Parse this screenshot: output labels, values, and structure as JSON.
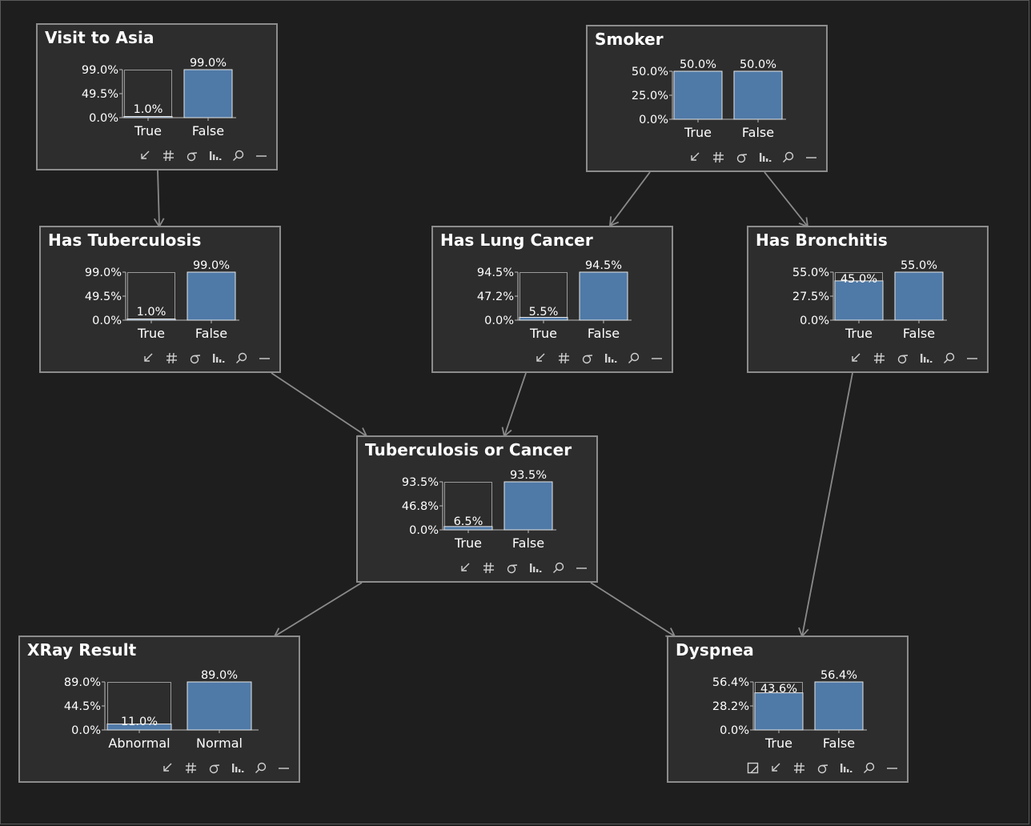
{
  "colors": {
    "canvas": "#1e1e1e",
    "node_bg": "#2d2d2d",
    "node_border": "#8c8c8c",
    "bar_fill": "#4f79a7",
    "edge": "#8a8a8a",
    "text": "#ffffff",
    "icon": "#d0d0d0"
  },
  "toolbar_icons": [
    "arrow-down-left-icon",
    "hash-icon",
    "sigma-icon",
    "bar-chart-icon",
    "search-icon",
    "minimize-icon"
  ],
  "nodes": [
    {
      "id": "visit-to-asia",
      "title": "Visit to Asia",
      "chart_data": {
        "type": "bar",
        "categories": [
          "True",
          "False"
        ],
        "values": [
          1.0,
          99.0
        ],
        "value_labels": [
          "1.0%",
          "99.0%"
        ],
        "ylim": [
          0,
          99.0
        ],
        "yticks": [
          "99.0%",
          "49.5%",
          "0.0%"
        ]
      }
    },
    {
      "id": "smoker",
      "title": "Smoker",
      "chart_data": {
        "type": "bar",
        "categories": [
          "True",
          "False"
        ],
        "values": [
          50.0,
          50.0
        ],
        "value_labels": [
          "50.0%",
          "50.0%"
        ],
        "ylim": [
          0,
          50.0
        ],
        "yticks": [
          "50.0%",
          "25.0%",
          "0.0%"
        ]
      }
    },
    {
      "id": "has-tuberculosis",
      "title": "Has Tuberculosis",
      "chart_data": {
        "type": "bar",
        "categories": [
          "True",
          "False"
        ],
        "values": [
          1.0,
          99.0
        ],
        "value_labels": [
          "1.0%",
          "99.0%"
        ],
        "ylim": [
          0,
          99.0
        ],
        "yticks": [
          "99.0%",
          "49.5%",
          "0.0%"
        ]
      }
    },
    {
      "id": "has-lung-cancer",
      "title": "Has Lung Cancer",
      "chart_data": {
        "type": "bar",
        "categories": [
          "True",
          "False"
        ],
        "values": [
          5.5,
          94.5
        ],
        "value_labels": [
          "5.5%",
          "94.5%"
        ],
        "ylim": [
          0,
          94.5
        ],
        "yticks": [
          "94.5%",
          "47.2%",
          "0.0%"
        ]
      }
    },
    {
      "id": "has-bronchitis",
      "title": "Has Bronchitis",
      "chart_data": {
        "type": "bar",
        "categories": [
          "True",
          "False"
        ],
        "values": [
          45.0,
          55.0
        ],
        "value_labels": [
          "45.0%",
          "55.0%"
        ],
        "ylim": [
          0,
          55.0
        ],
        "yticks": [
          "55.0%",
          "27.5%",
          "0.0%"
        ]
      }
    },
    {
      "id": "tuberculosis-or-cancer",
      "title": "Tuberculosis or Cancer",
      "chart_data": {
        "type": "bar",
        "categories": [
          "True",
          "False"
        ],
        "values": [
          6.5,
          93.5
        ],
        "value_labels": [
          "6.5%",
          "93.5%"
        ],
        "ylim": [
          0,
          93.5
        ],
        "yticks": [
          "93.5%",
          "46.8%",
          "0.0%"
        ]
      }
    },
    {
      "id": "xray-result",
      "title": "XRay Result",
      "chart_data": {
        "type": "bar",
        "categories": [
          "Abnormal",
          "Normal"
        ],
        "values": [
          11.0,
          89.0
        ],
        "value_labels": [
          "11.0%",
          "89.0%"
        ],
        "ylim": [
          0,
          89.0
        ],
        "yticks": [
          "89.0%",
          "44.5%",
          "0.0%"
        ]
      }
    },
    {
      "id": "dyspnea",
      "title": "Dyspnea",
      "extra_icon": "resize-square-icon",
      "chart_data": {
        "type": "bar",
        "categories": [
          "True",
          "False"
        ],
        "values": [
          43.6,
          56.4
        ],
        "value_labels": [
          "43.6%",
          "56.4%"
        ],
        "ylim": [
          0,
          56.4
        ],
        "yticks": [
          "56.4%",
          "28.2%",
          "0.0%"
        ]
      }
    }
  ],
  "edges": [
    {
      "from": "visit-to-asia",
      "to": "has-tuberculosis"
    },
    {
      "from": "smoker",
      "to": "has-lung-cancer"
    },
    {
      "from": "smoker",
      "to": "has-bronchitis"
    },
    {
      "from": "has-tuberculosis",
      "to": "tuberculosis-or-cancer"
    },
    {
      "from": "has-lung-cancer",
      "to": "tuberculosis-or-cancer"
    },
    {
      "from": "tuberculosis-or-cancer",
      "to": "xray-result"
    },
    {
      "from": "tuberculosis-or-cancer",
      "to": "dyspnea"
    },
    {
      "from": "has-bronchitis",
      "to": "dyspnea"
    }
  ]
}
